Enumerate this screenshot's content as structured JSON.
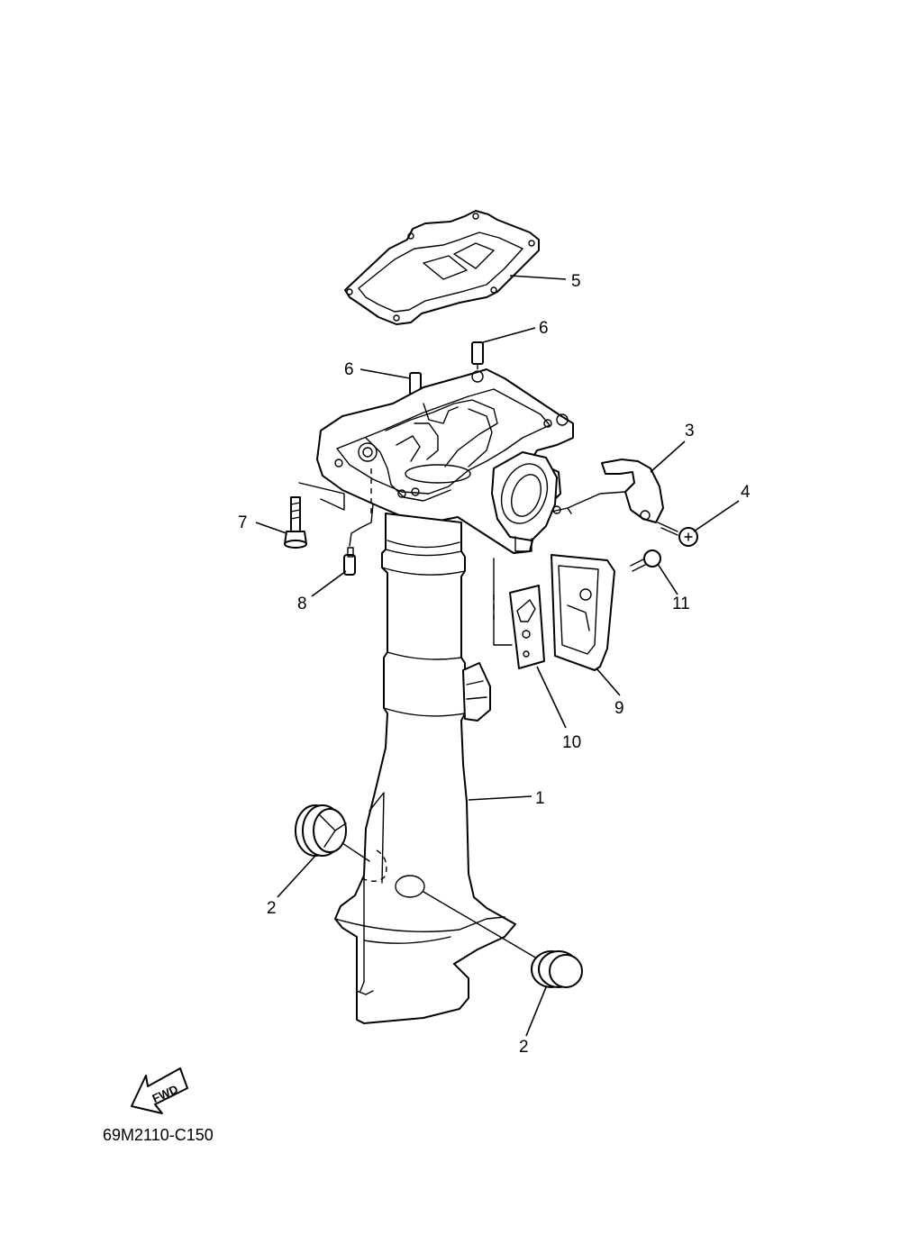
{
  "callouts": [
    {
      "id": "c1",
      "label": "1"
    },
    {
      "id": "c2a",
      "label": "2"
    },
    {
      "id": "c2b",
      "label": "2"
    },
    {
      "id": "c3",
      "label": "3"
    },
    {
      "id": "c4",
      "label": "4"
    },
    {
      "id": "c5",
      "label": "5"
    },
    {
      "id": "c6a",
      "label": "6"
    },
    {
      "id": "c6b",
      "label": "6"
    },
    {
      "id": "c7",
      "label": "7"
    },
    {
      "id": "c8",
      "label": "8"
    },
    {
      "id": "c9",
      "label": "9"
    },
    {
      "id": "c10",
      "label": "10"
    },
    {
      "id": "c11",
      "label": "11"
    }
  ],
  "direction_arrow": {
    "label": "FWD"
  },
  "figure_code": "69M2110-C150"
}
